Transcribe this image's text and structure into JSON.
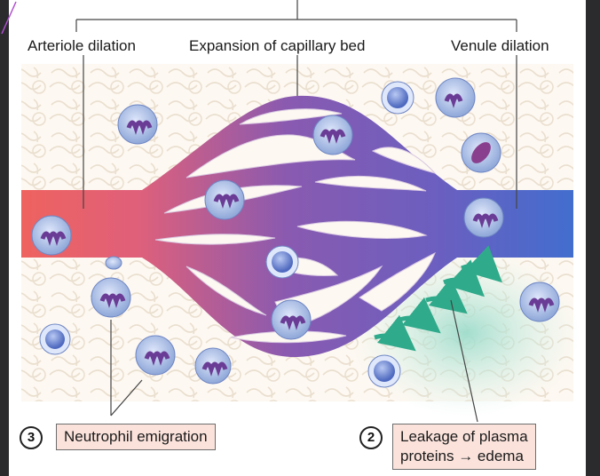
{
  "labels": {
    "arteriole": "Arteriole dilation",
    "capillary": "Expansion of capillary bed",
    "venule": "Venule dilation"
  },
  "callouts": [
    {
      "number": "3",
      "text_lines": [
        "Neutrophil emigration"
      ]
    },
    {
      "number": "2",
      "text_lines": [
        "Leakage of plasma",
        "proteins → edema"
      ]
    }
  ],
  "colors": {
    "arteriole": "#f0635c",
    "capillary": "#8a5ab0",
    "venule": "#3e6fd0",
    "edema": "#aee4d6",
    "leak_arrow": "#2faa8a",
    "label_box": "#fbe3dc"
  }
}
